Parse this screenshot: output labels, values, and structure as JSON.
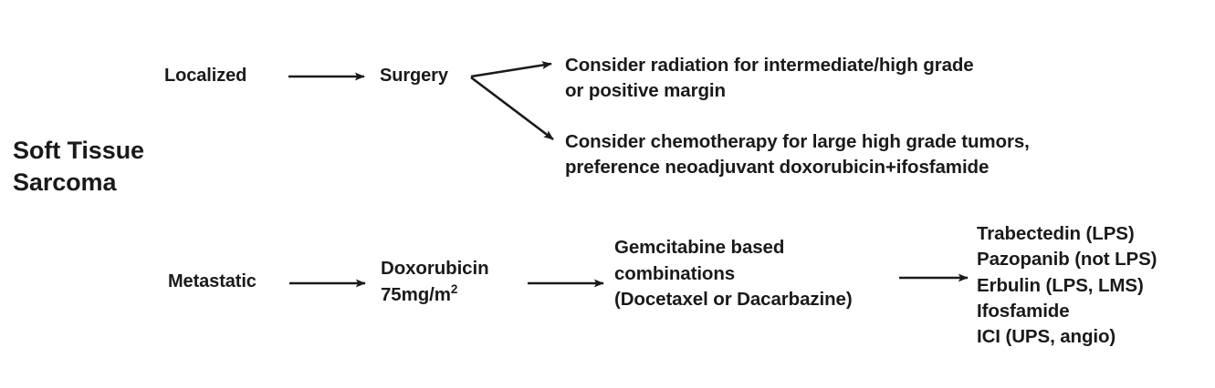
{
  "diagram": {
    "type": "treatment-algorithm-flowchart",
    "title": "Soft Tissue Sarcoma",
    "background_color": "#ffffff",
    "text_color": "#1a1a1a",
    "arrow_color": "#1a1a1a",
    "root": {
      "label": "Soft Tissue\nSarcoma"
    },
    "branches": {
      "localized": {
        "label": "Localized",
        "next": {
          "label": "Surgery",
          "outcomes": [
            {
              "id": "radiation",
              "label": "Consider radiation for intermediate/high grade\nor positive margin"
            },
            {
              "id": "chemotherapy",
              "label": "Consider chemotherapy for large high grade tumors,\npreference neoadjuvant doxorubicin+ifosfamide"
            }
          ]
        }
      },
      "metastatic": {
        "label": "Metastatic",
        "steps": [
          {
            "id": "first-line",
            "label": "Doxorubicin\n75mg/m²",
            "drug": "Doxorubicin",
            "dose": "75mg/m",
            "dose_exponent": "2"
          },
          {
            "id": "second-line",
            "label": "Gemcitabine based\ncombinations\n(Docetaxel or Dacarbazine)"
          },
          {
            "id": "later-line",
            "label": "Trabectedin (LPS)\nPazopanib (not LPS)\nErbulin (LPS, LMS)\nIfosfamide\nICI (UPS, angio)",
            "agents": [
              "Trabectedin (LPS)",
              "Pazopanib (not LPS)",
              "Erbulin (LPS, LMS)",
              "Ifosfamide",
              "ICI (UPS, angio)"
            ]
          }
        ]
      }
    },
    "arrows": [
      {
        "id": "localized-to-surgery",
        "from": "Localized",
        "to": "Surgery"
      },
      {
        "id": "surgery-to-radiation",
        "from": "Surgery",
        "to": "Consider radiation for intermediate/high grade or positive margin"
      },
      {
        "id": "surgery-to-chemotherapy",
        "from": "Surgery",
        "to": "Consider chemotherapy for large high grade tumors, preference neoadjuvant doxorubicin+ifosfamide"
      },
      {
        "id": "metastatic-to-doxorubicin",
        "from": "Metastatic",
        "to": "Doxorubicin 75mg/m2"
      },
      {
        "id": "doxorubicin-to-gemcitabine",
        "from": "Doxorubicin 75mg/m2",
        "to": "Gemcitabine based combinations (Docetaxel or Dacarbazine)"
      },
      {
        "id": "gemcitabine-to-agents",
        "from": "Gemcitabine based combinations (Docetaxel or Dacarbazine)",
        "to": "Trabectedin (LPS) / Pazopanib (not LPS) / Erbulin (LPS, LMS) / Ifosfamide / ICI (UPS, angio)"
      }
    ]
  }
}
